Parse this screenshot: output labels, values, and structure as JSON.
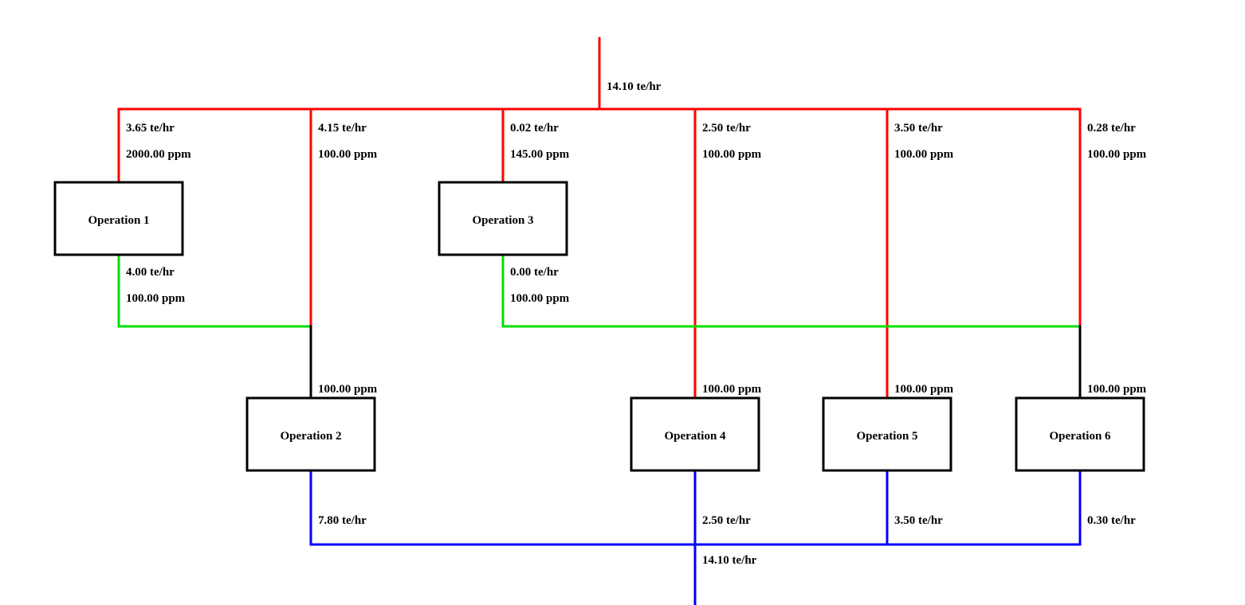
{
  "colors": {
    "fresh_water": "#ff0000",
    "reuse": "#00e000",
    "mixed": "#000000",
    "wastewater": "#0000ff"
  },
  "feed": {
    "flow": "14.10 te/hr"
  },
  "discharge": {
    "flow": "14.10 te/hr"
  },
  "operations": [
    {
      "name": "Operation 1",
      "fresh_flow": "3.65 te/hr",
      "fresh_ppm": "2000.00 ppm",
      "outlet_flow": "4.00 te/hr",
      "outlet_ppm": "100.00 ppm"
    },
    {
      "name": "Operation 2",
      "fresh_flow": "4.15 te/hr",
      "fresh_ppm": "100.00 ppm",
      "inlet_ppm": "100.00 ppm",
      "waste_flow": "7.80 te/hr"
    },
    {
      "name": "Operation 3",
      "fresh_flow": "0.02 te/hr",
      "fresh_ppm": "145.00 ppm",
      "outlet_flow": "0.00 te/hr",
      "outlet_ppm": "100.00 ppm"
    },
    {
      "name": "Operation 4",
      "fresh_flow": "2.50 te/hr",
      "fresh_ppm": "100.00 ppm",
      "inlet_ppm": "100.00 ppm",
      "waste_flow": "2.50 te/hr"
    },
    {
      "name": "Operation 5",
      "fresh_flow": "3.50 te/hr",
      "fresh_ppm": "100.00 ppm",
      "inlet_ppm": "100.00 ppm",
      "waste_flow": "3.50 te/hr"
    },
    {
      "name": "Operation 6",
      "fresh_flow": "0.28 te/hr",
      "fresh_ppm": "100.00 ppm",
      "inlet_ppm": "100.00 ppm",
      "waste_flow": "0.30 te/hr"
    }
  ]
}
